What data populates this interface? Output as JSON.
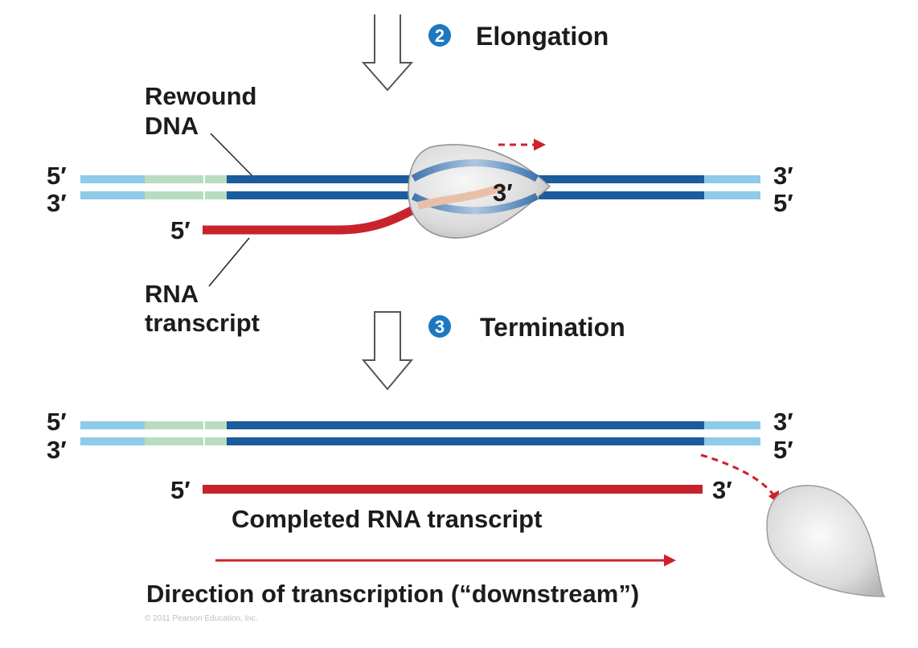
{
  "steps": {
    "elongation": {
      "number": "2",
      "title": "Elongation"
    },
    "termination": {
      "number": "3",
      "title": "Termination"
    }
  },
  "labels": {
    "rewound_dna_line1": "Rewound",
    "rewound_dna_line2": "DNA",
    "rna_transcript_line1": "RNA",
    "rna_transcript_line2": "transcript",
    "completed_rna": "Completed RNA transcript",
    "direction": "Direction of transcription (“downstream”)"
  },
  "ends": {
    "five_prime": "5′",
    "three_prime": "3′"
  },
  "copyright": "© 2011 Pearson Education, Inc.",
  "colors": {
    "dna_dark": "#1a5c9c",
    "dna_light": "#8ecbe8",
    "promoter": "#b8dcc0",
    "rna": "#c8232c",
    "polymerase": "#d9d9d9",
    "step_badge": "#1c78c0"
  }
}
